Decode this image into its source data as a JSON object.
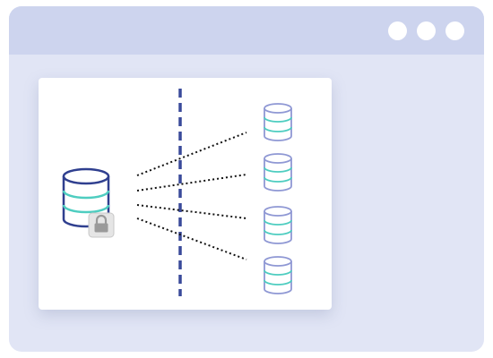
{
  "window": {
    "controls": [
      "window-dot",
      "window-dot",
      "window-dot"
    ]
  },
  "diagram": {
    "source_icon": "database-icon",
    "lock_icon": "lock-icon",
    "target_icons": [
      "database-icon",
      "database-icon",
      "database-icon",
      "database-icon"
    ],
    "colors": {
      "window_body": "#e1e5f5",
      "titlebar": "#cdd4ee",
      "divider": "#3a4a9a",
      "db_outline_source": "#2f3f8f",
      "db_outline_targets": "#8f98d4",
      "db_bands": "#4ecdc0",
      "connectors": "#111111",
      "lock_badge": "#e5e5e5"
    }
  }
}
